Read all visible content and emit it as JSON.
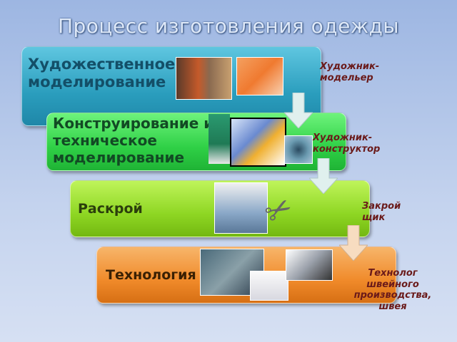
{
  "title": "Процесс изготовления одежды",
  "steps": [
    {
      "label": "Художественное моделирование",
      "role": "Художник-модельер",
      "color": "#2a9dbd"
    },
    {
      "label": "Конструирование и техническое моделирование",
      "role": "Художник-конструктор",
      "color": "#2fd046"
    },
    {
      "label": "Раскрой",
      "role": "Закройщик",
      "color": "#8ed623"
    },
    {
      "label": "Технология",
      "role": "Технолог швейного производства, швея",
      "color": "#f08a2a"
    }
  ]
}
